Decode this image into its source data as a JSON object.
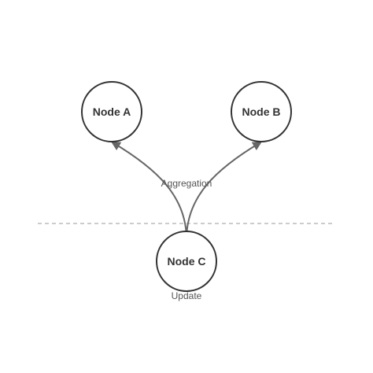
{
  "nodes": {
    "a": {
      "label": "Node A"
    },
    "b": {
      "label": "Node B"
    },
    "c": {
      "label": "Node C"
    }
  },
  "edge_label": "Aggregation",
  "update_label": "Update",
  "colors": {
    "node_stroke": "#333333",
    "edge": "#666666",
    "divider": "#bbbbbb",
    "text": "#333333",
    "muted_text": "#555555"
  }
}
